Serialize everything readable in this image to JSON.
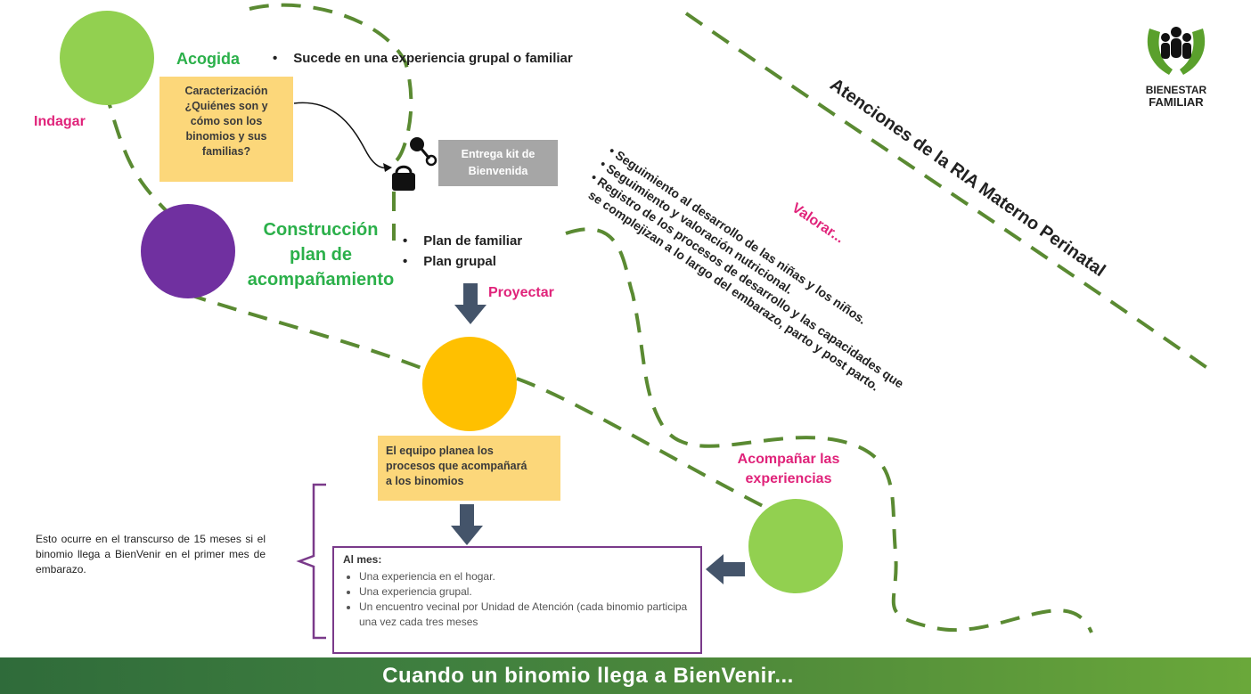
{
  "indagar": "Indagar",
  "acogida": {
    "title": "Acogida",
    "bullet": "Sucede en una experiencia grupal o familiar"
  },
  "caracterizacion": [
    "Caracterización",
    "¿Quiénes son y",
    "cómo son los",
    "binomios y sus",
    "familias?"
  ],
  "kit": [
    "Entrega kit de",
    "Bienvenida"
  ],
  "construccion": [
    "Construcción",
    "plan de",
    "acompañamiento"
  ],
  "plan_bullets": [
    "Plan de familiar",
    "Plan grupal"
  ],
  "proyectar": "Proyectar",
  "equipo_box": [
    "El equipo planea los",
    "procesos que acompañará",
    "a los binomios"
  ],
  "valorar": "Valorar...",
  "valorar_bullets": [
    "Seguimiento al desarrollo de las niñas y los niños.",
    "Seguimiento y valoración nutricional.",
    "Registro de los procesos de desarrollo y las capacidades que",
    "se complejizan a lo largo del embarazo, parto y post parto."
  ],
  "ria_title": "Atenciones de la RIA Materno Perinatal",
  "logo": {
    "line1": "BIENESTAR",
    "line2": "FAMILIAR"
  },
  "acompanar": [
    "Acompañar las",
    "experiencias"
  ],
  "side_note": "Esto ocurre en el transcurso de 15 meses si el binomio llega a BienVenir en el primer mes de embarazo.",
  "month_box": {
    "heading": "Al mes:",
    "items": [
      "Una experiencia en el hogar.",
      "Una experiencia grupal.",
      "Un encuentro vecinal por Unidad de Atención  (cada binomio participa una vez cada tres meses"
    ]
  },
  "footer": "Cuando un binomio llega a BienVenir...",
  "colors": {
    "light_green": "#92d050",
    "purple": "#7030a0",
    "yellow": "#ffc000",
    "dash_green": "#5a8a32",
    "magenta": "#e0237a",
    "title_green": "#2bb04a",
    "note_yellow": "#fcd77a",
    "kit_gray": "#a6a6a6",
    "arrow_navy": "#44546a"
  }
}
